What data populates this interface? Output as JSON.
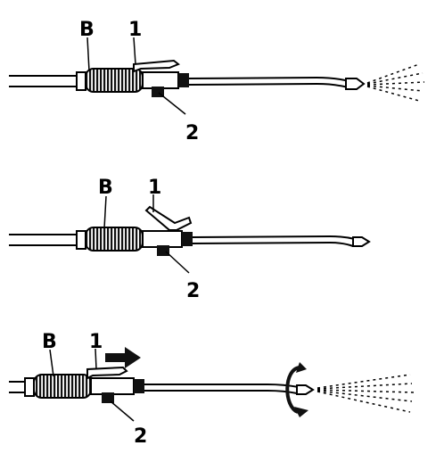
{
  "panels": [
    {
      "label_b": "B",
      "label_1": "1",
      "label_2": "2"
    },
    {
      "label_b": "B",
      "label_1": "1",
      "label_2": "2"
    },
    {
      "label_b": "B",
      "label_1": "1",
      "label_2": "2"
    }
  ]
}
